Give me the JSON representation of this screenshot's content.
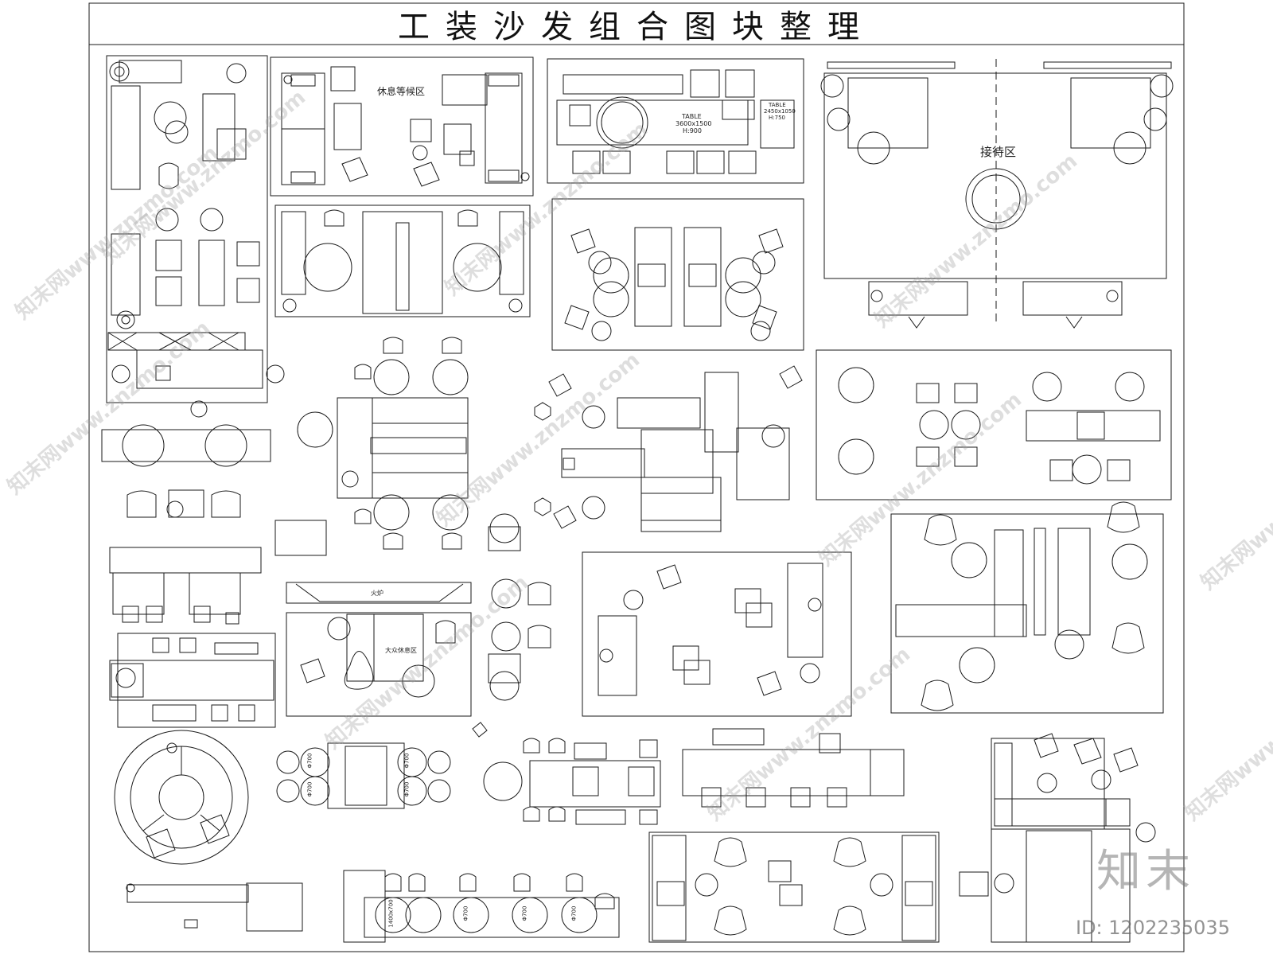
{
  "title": "工装沙发组合图块整理",
  "labels": {
    "lounge_zone": "休息等候区",
    "reception_zone": "接待区",
    "table_a_name": "TABLE",
    "table_a_size": "3600x1500",
    "table_a_height": "H:900",
    "table_b_name": "TABLE",
    "table_b_size": "2450x1050",
    "table_b_height": "H:750",
    "fireplace": "火炉",
    "hall_rest": "大众休息区",
    "d700_1": "Φ700",
    "d700_2": "Φ700",
    "d700_3": "Φ700",
    "d700_4": "Φ700",
    "d700_5": "Φ700",
    "d700_6": "Φ700",
    "d700_7": "Φ700",
    "bench_size": "1400x700"
  },
  "watermark": "知末网www.znzmo.com",
  "brand": "知末",
  "doc_id": "ID: 1202235035",
  "colors": {
    "line": "#1a1a1a",
    "watermark": "#a0a0a0"
  }
}
